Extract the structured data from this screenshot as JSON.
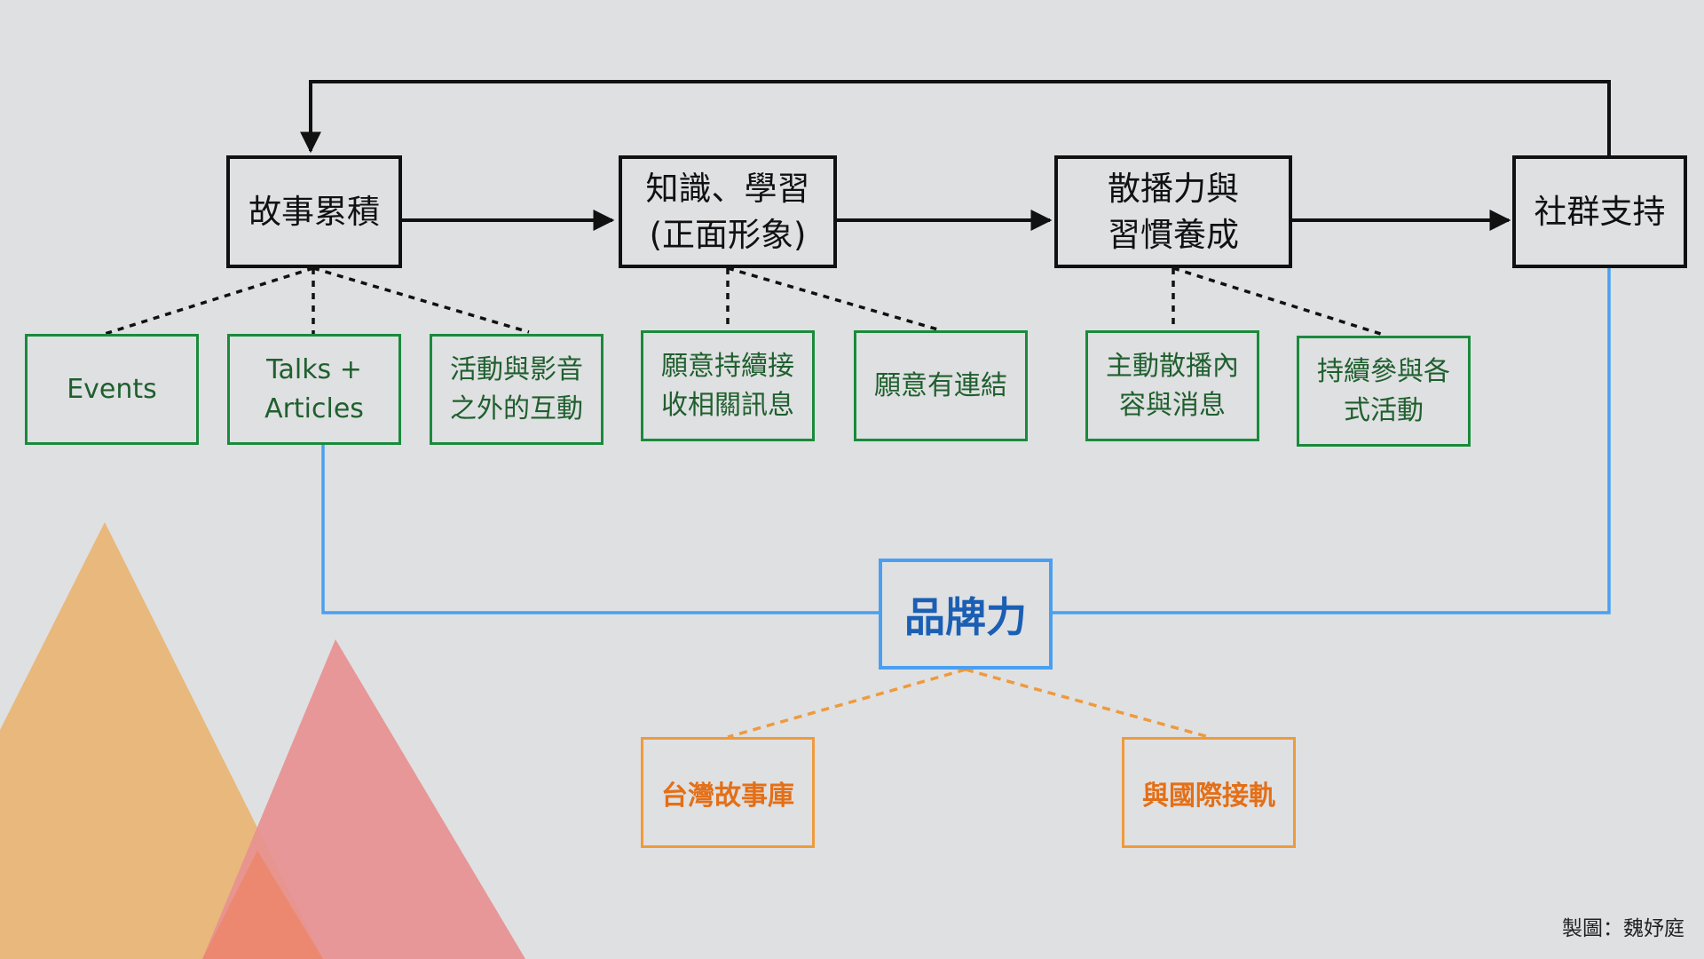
{
  "main_nodes": [
    {
      "id": "story",
      "label": "故事累積"
    },
    {
      "id": "knowledge",
      "label": "知識、學習\n(正面形象)"
    },
    {
      "id": "spread",
      "label": "散播力與\n習慣養成"
    },
    {
      "id": "community",
      "label": "社群支持"
    }
  ],
  "sub_nodes": [
    {
      "label": "Events",
      "parent": "story"
    },
    {
      "label": "Talks +\nArticles",
      "parent": "story"
    },
    {
      "label": "活動與影音\n之外的互動",
      "parent": "story"
    },
    {
      "label": "願意持續接\n收相關訊息",
      "parent": "knowledge"
    },
    {
      "label": "願意有連結",
      "parent": "knowledge"
    },
    {
      "label": "主動散播內\n容與消息",
      "parent": "spread"
    },
    {
      "label": "持續參與各\n式活動",
      "parent": "spread"
    }
  ],
  "brand_node": {
    "label": "品牌力"
  },
  "outcome_nodes": [
    {
      "label": "台灣故事庫"
    },
    {
      "label": "與國際接軌"
    }
  ],
  "credit": "製圖：魏妤庭",
  "colors": {
    "background": "#dfe0e2",
    "main_border": "#111111",
    "sub_border": "#1a8a3c",
    "brand_line": "#4a9ff0",
    "brand_text": "#1a5fb4",
    "outcome": "#ef9a3c",
    "triangle_left": "#e9b87c",
    "triangle_right": "#e79090"
  }
}
